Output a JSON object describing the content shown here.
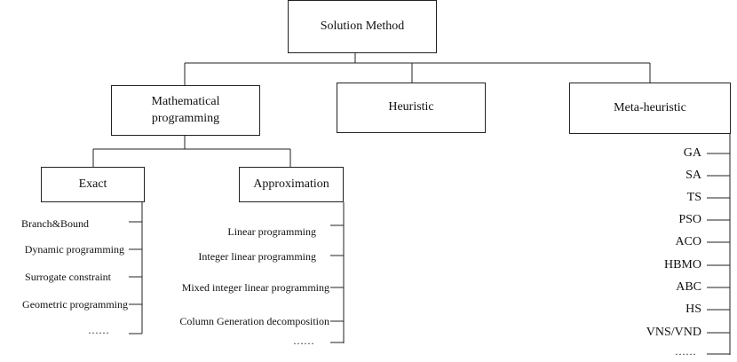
{
  "root": {
    "label": "Solution Method"
  },
  "mathematical": {
    "label": "Mathematical programming"
  },
  "heuristic": {
    "label": "Heuristic"
  },
  "meta": {
    "label": "Meta-heuristic",
    "items": [
      "GA",
      "SA",
      "TS",
      "PSO",
      "ACO",
      "HBMO",
      "ABC",
      "HS",
      "VNS/VND",
      "……"
    ]
  },
  "exact": {
    "label": "Exact",
    "items": [
      "Branch&Bound",
      "Dynamic programming",
      "Surrogate constraint",
      "Geometric programming",
      "……"
    ]
  },
  "approximation": {
    "label": "Approximation",
    "items": [
      "Linear programming",
      "Integer linear programming",
      "Mixed integer linear programming",
      "Column Generation decomposition",
      "……"
    ]
  }
}
